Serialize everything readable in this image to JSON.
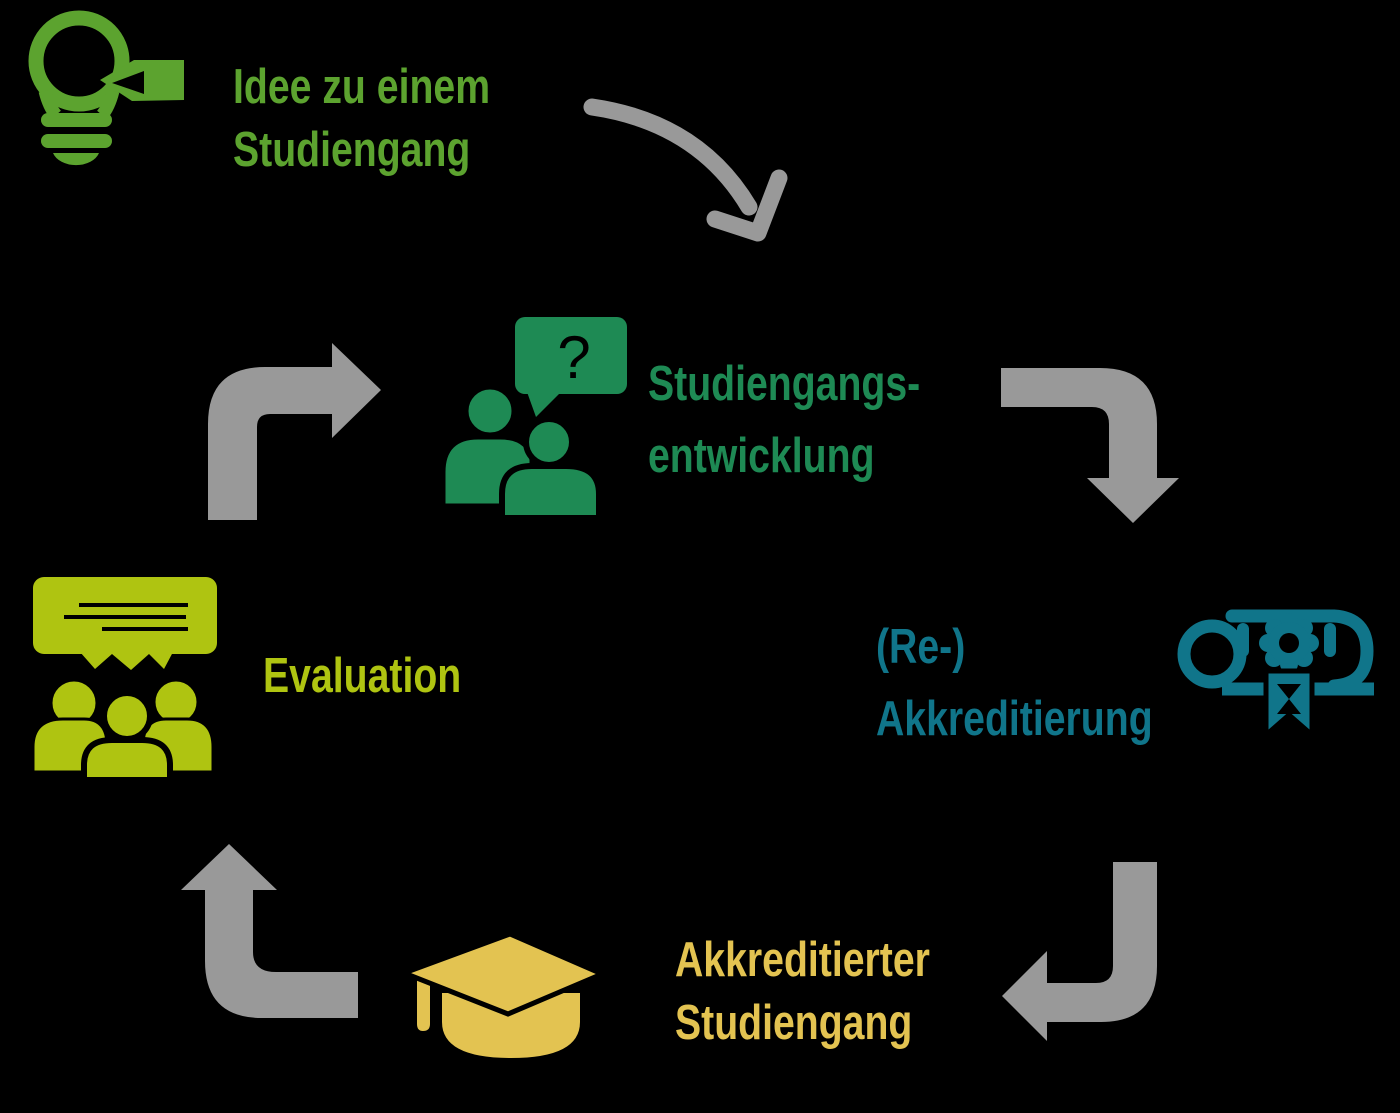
{
  "diagram": {
    "background_color": "#000000",
    "arrow_color": "#999999",
    "glyphs": {
      "question_mark": "?"
    },
    "nodes": [
      {
        "id": "idea",
        "label_lines": [
          "Idee zu einem",
          "Studiengang"
        ],
        "color": "#5ca32f",
        "icon": "lightbulb-idea-icon"
      },
      {
        "id": "development",
        "label_lines": [
          "Studiengangs-",
          "entwicklung"
        ],
        "color": "#1e8a54",
        "icon": "people-discussion-question-icon"
      },
      {
        "id": "re_accreditation",
        "label_lines": [
          "(Re-)",
          "Akkreditierung"
        ],
        "color": "#10758a",
        "icon": "diploma-certificate-icon"
      },
      {
        "id": "accredited_program",
        "label_lines": [
          "Akkreditierter",
          "Studiengang"
        ],
        "color": "#e3c351",
        "icon": "graduation-cap-icon"
      },
      {
        "id": "evaluation",
        "label_lines": [
          "Evaluation"
        ],
        "color": "#afc411",
        "icon": "audience-feedback-icon"
      }
    ],
    "arrows": [
      {
        "id": "idea-to-development",
        "style": "hand-drawn-curve",
        "direction": "down-right"
      },
      {
        "id": "development-to-accreditation",
        "style": "block",
        "direction": "right-then-down"
      },
      {
        "id": "accreditation-to-accredited",
        "style": "block",
        "direction": "down-then-left"
      },
      {
        "id": "accredited-to-evaluation",
        "style": "block",
        "direction": "left-then-up"
      },
      {
        "id": "evaluation-to-development",
        "style": "block",
        "direction": "up-then-right"
      }
    ]
  }
}
